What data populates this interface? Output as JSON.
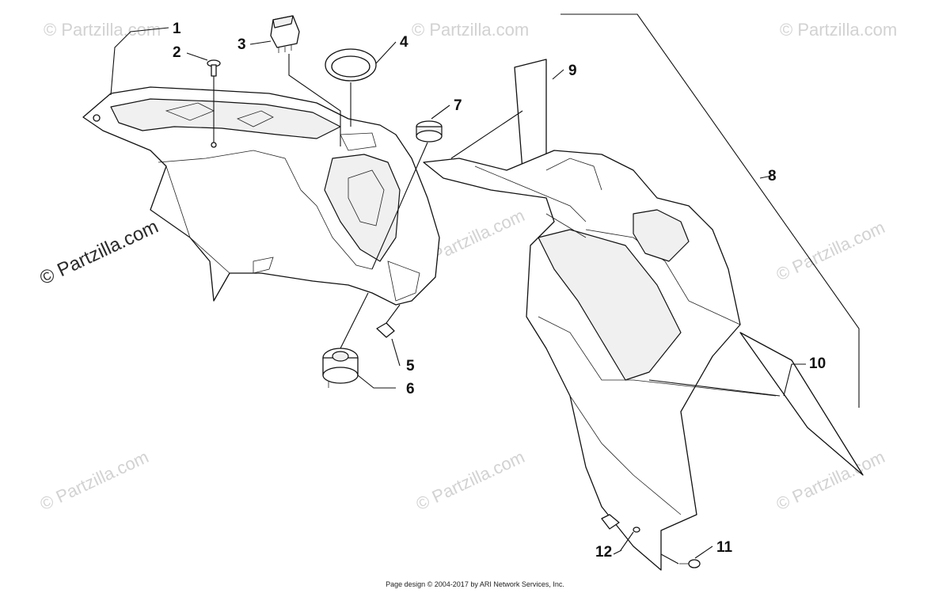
{
  "callouts": [
    {
      "id": "1",
      "label": "1"
    },
    {
      "id": "2",
      "label": "2"
    },
    {
      "id": "3",
      "label": "3"
    },
    {
      "id": "4",
      "label": "4"
    },
    {
      "id": "5",
      "label": "5"
    },
    {
      "id": "6",
      "label": "6"
    },
    {
      "id": "7",
      "label": "7"
    },
    {
      "id": "8",
      "label": "8"
    },
    {
      "id": "9",
      "label": "9"
    },
    {
      "id": "10",
      "label": "10"
    },
    {
      "id": "11",
      "label": "11"
    },
    {
      "id": "12",
      "label": "12"
    }
  ],
  "watermark": {
    "text": "© Partzilla.com",
    "brand_text": "© Partzilla.com"
  },
  "footer": {
    "text": "Page design © 2004-2017 by ARI Network Services, Inc."
  }
}
